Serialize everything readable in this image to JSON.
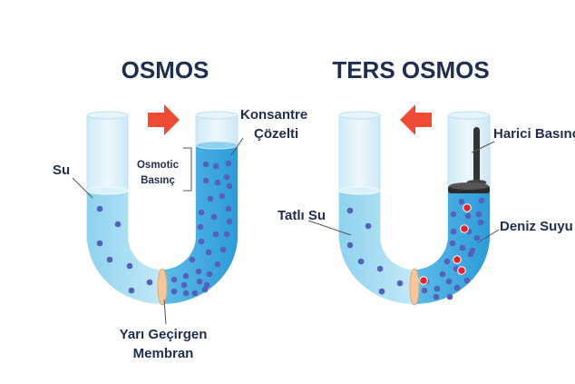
{
  "left_panel": {
    "title": "OSMOS",
    "label_water": "Su",
    "label_concentrate_1": "Konsantre",
    "label_concentrate_2": "Çözelti",
    "label_pressure_1": "Osmotic",
    "label_pressure_2": "Basınç",
    "label_membrane_1": "Yarı Geçirgen",
    "label_membrane_2": "Membran"
  },
  "right_panel": {
    "title": "TERS OSMOS",
    "label_fresh": "Tatlı Su",
    "label_external": "Harici Basınç",
    "label_sea": "Deniz Suyu"
  },
  "colors": {
    "title": "#1f2d4e",
    "arrow": "#ef4b34",
    "water_light": "#a9def2",
    "water_dark": "#3aa6df",
    "particle": "#5560b8",
    "salt": "#e0262b"
  }
}
